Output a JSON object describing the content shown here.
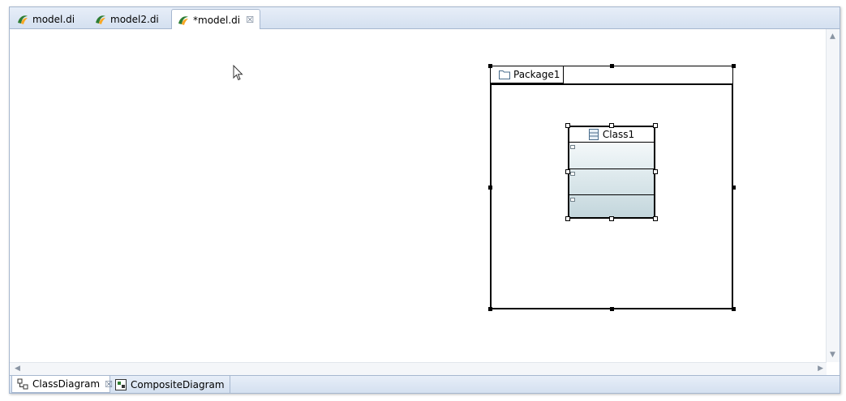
{
  "editor_tabs": [
    {
      "label": "model.di",
      "active": false,
      "dirty": false
    },
    {
      "label": "model2.di",
      "active": false,
      "dirty": false
    },
    {
      "label": "*model.di",
      "active": true,
      "dirty": true,
      "close_glyph": "☒"
    }
  ],
  "diagram_tabs": [
    {
      "label": "ClassDiagram",
      "active": true,
      "close_glyph": "☒",
      "icon": "class-diagram-icon"
    },
    {
      "label": "CompositeDiagram",
      "active": false,
      "icon": "composite-diagram-icon"
    }
  ],
  "diagram": {
    "package": {
      "name": "Package1",
      "icon": "folder-icon"
    },
    "class": {
      "name": "Class1",
      "icon": "class-icon",
      "compartments": 3
    }
  },
  "colors": {
    "tab_bar": "#d4e0f0",
    "border": "#a6b7cf",
    "class_gradient_bottom": "#c3d6dc"
  }
}
